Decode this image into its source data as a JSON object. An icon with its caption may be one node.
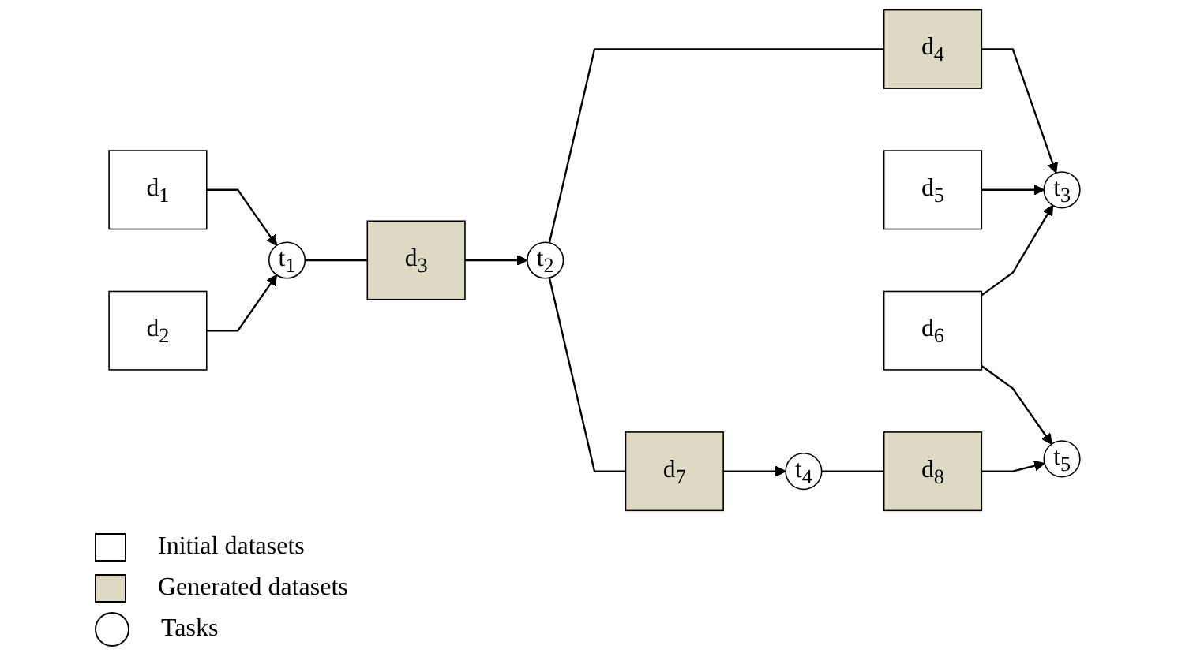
{
  "diagram": {
    "nodes": [
      {
        "text": [
          "d$_{1}$"
        ]
      },
      {
        "text": [
          "d$_{2}$"
        ]
      },
      {
        "text": [
          "t$_{1}$"
        ]
      },
      {
        "text": [
          "d$_{3}$"
        ]
      },
      {
        "text": [
          "t$_{2}$"
        ]
      },
      {
        "text": [
          "d$_{5}$"
        ]
      },
      {
        "text": [
          "d$_{4}$"
        ]
      },
      {
        "text": [
          "t$_{3}$"
        ]
      },
      {
        "text": [
          "d$_{6}$"
        ]
      },
      {
        "text": [
          "d$_{7}$"
        ]
      },
      {
        "text": [
          "t$_{4}$"
        ]
      },
      {
        "text": [
          "d$_{8}$"
        ]
      },
      {
        "text": [
          "t$_{5}$"
        ]
      }
    ],
    "edges": [
      {
        "from": 0,
        "to": 2,
        "arrow": "to"
      },
      {
        "from": 1,
        "to": 2,
        "arrow": "to"
      },
      {
        "from": 2,
        "to": 3,
        "arrow": "none"
      },
      {
        "from": 3,
        "to": 4,
        "arrow": "to"
      },
      {
        "from": 4,
        "to": 6,
        "arrow": "none"
      },
      {
        "from": 6,
        "to": 7,
        "arrow": "to"
      },
      {
        "from": 5,
        "to": 7,
        "arrow": "to"
      },
      {
        "from": 8,
        "to": 7,
        "arrow": "to"
      },
      {
        "from": 8,
        "to": 12,
        "arrow": "to"
      },
      {
        "from": 4,
        "to": 9,
        "arrow": "none"
      },
      {
        "from": 9,
        "to": 10,
        "arrow": "to"
      },
      {
        "from": 10,
        "to": 11,
        "arrow": "none"
      },
      {
        "from": 11,
        "to": 12,
        "arrow": "to"
      }
    ],
    "legend": [
      {
        "text": "Initial datasets",
        "color": "#ffffff"
      },
      {
        "text": "Generated datasets",
        "color": "#ddd9c3"
      },
      {
        "text": "Tasks"
      }
    ]
  }
}
